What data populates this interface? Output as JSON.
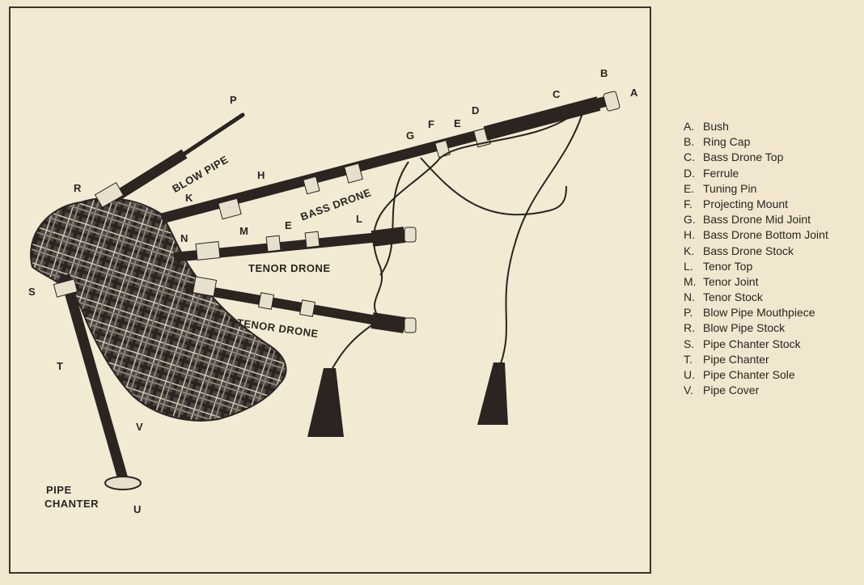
{
  "part_labels": {
    "a": "A",
    "b": "B",
    "c": "C",
    "d": "D",
    "e1": "E",
    "f": "F",
    "g": "G",
    "h": "H",
    "k": "K",
    "l": "L",
    "m": "M",
    "e2": "E",
    "n": "N",
    "p": "P",
    "r": "R",
    "s": "S",
    "t": "T",
    "u": "U",
    "v": "V"
  },
  "section_labels": {
    "blow_pipe": "BLOW PIPE",
    "bass_drone": "BASS DRONE",
    "tenor_drone_1": "TENOR DRONE",
    "tenor_drone_2": "TENOR DRONE",
    "pipe_chanter_line1": "PIPE",
    "pipe_chanter_line2": "CHANTER"
  },
  "legend": [
    {
      "key": "A.",
      "text": "Bush"
    },
    {
      "key": "B.",
      "text": "Ring Cap"
    },
    {
      "key": "C.",
      "text": "Bass Drone Top"
    },
    {
      "key": "D.",
      "text": "Ferrule"
    },
    {
      "key": "E.",
      "text": "Tuning Pin"
    },
    {
      "key": "F.",
      "text": "Projecting Mount"
    },
    {
      "key": "G.",
      "text": "Bass Drone Mid Joint"
    },
    {
      "key": "H.",
      "text": "Bass Drone Bottom Joint"
    },
    {
      "key": "K.",
      "text": "Bass Drone Stock"
    },
    {
      "key": "L.",
      "text": "Tenor Top"
    },
    {
      "key": "M.",
      "text": "Tenor Joint"
    },
    {
      "key": "N.",
      "text": "Tenor Stock"
    },
    {
      "key": "P.",
      "text": "Blow Pipe Mouthpiece"
    },
    {
      "key": "R.",
      "text": "Blow Pipe Stock"
    },
    {
      "key": "S.",
      "text": "Pipe Chanter Stock"
    },
    {
      "key": "T.",
      "text": "Pipe Chanter"
    },
    {
      "key": "U.",
      "text": "Pipe Chanter Sole"
    },
    {
      "key": "V.",
      "text": "Pipe Cover"
    }
  ],
  "colors": {
    "background": "#f1e7cf",
    "wood": "#2b2420",
    "ivory": "#e8e0cc",
    "tartan": "#4a4440"
  }
}
